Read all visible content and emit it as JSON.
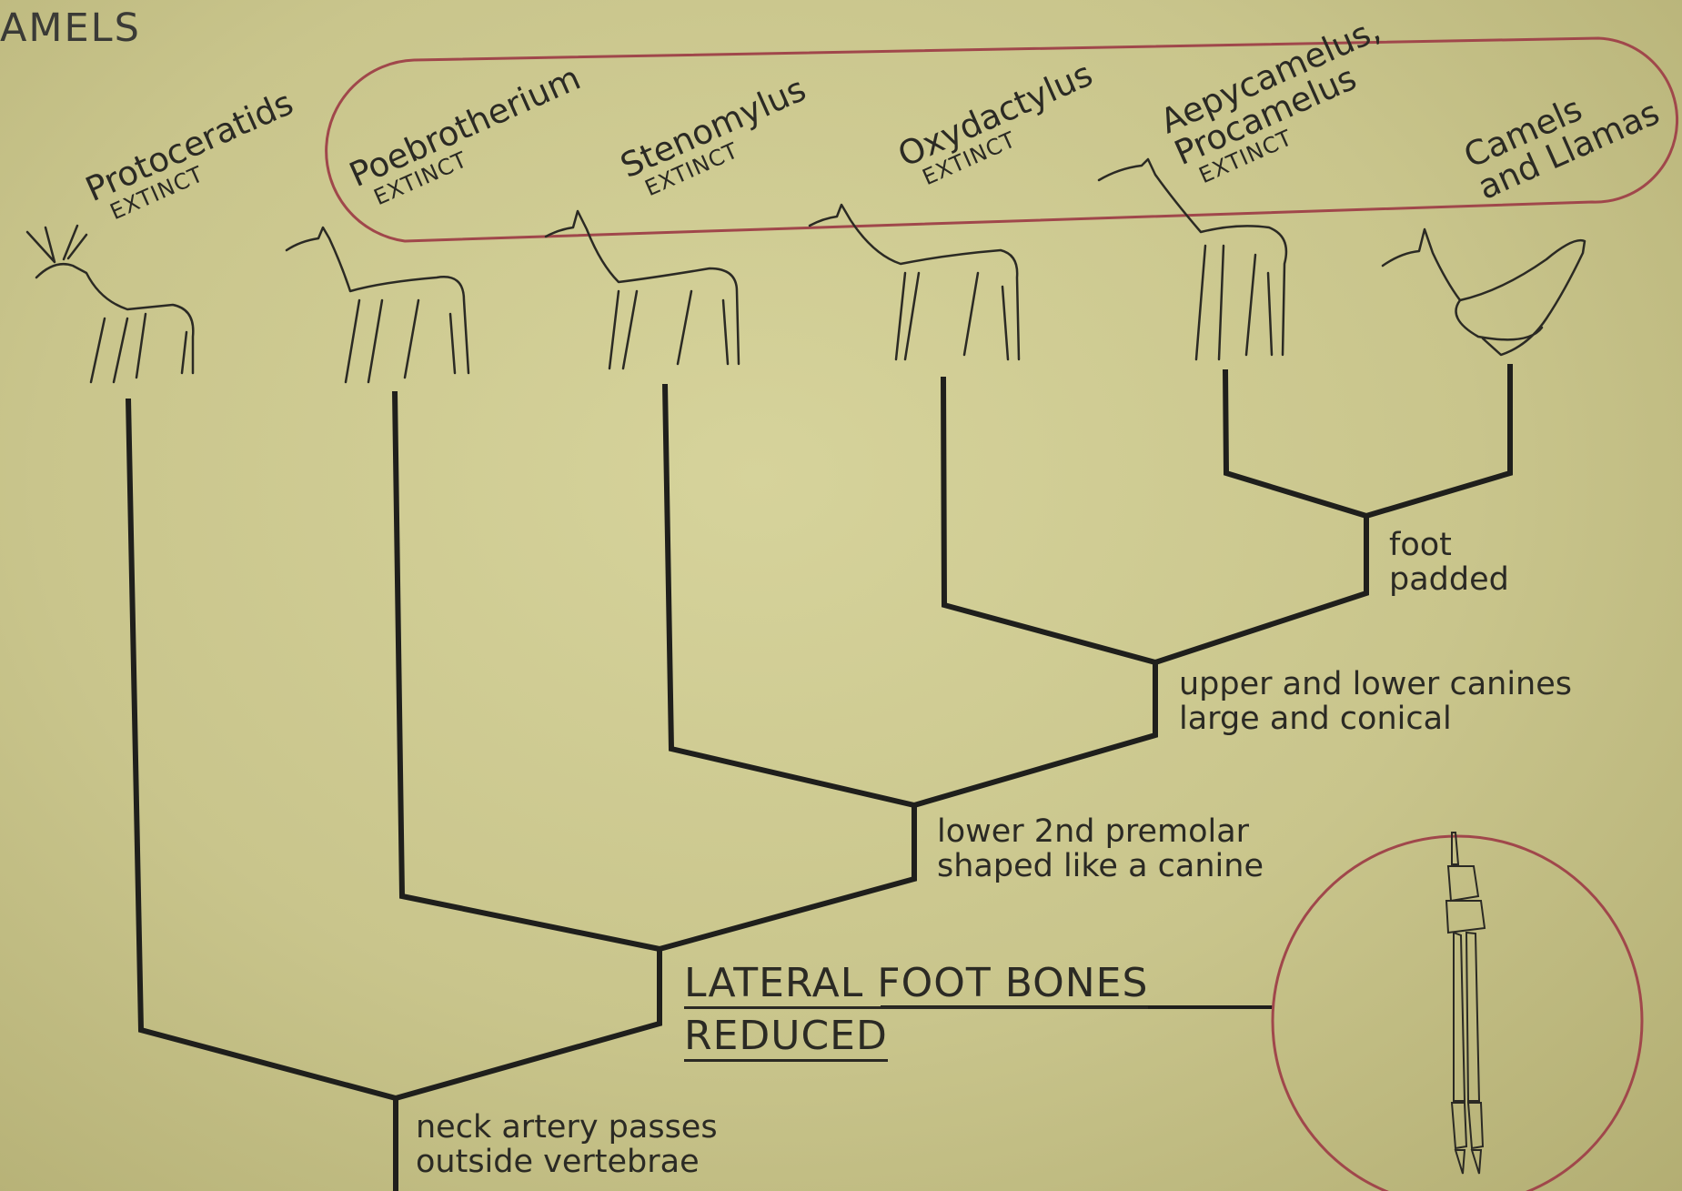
{
  "header": {
    "title": "AMELS"
  },
  "taxa": [
    {
      "name": "Protoceratids",
      "status": "EXTINCT"
    },
    {
      "name": "Poebrotherium",
      "status": "EXTINCT"
    },
    {
      "name": "Stenomylus",
      "status": "EXTINCT"
    },
    {
      "name": "Oxydactylus",
      "status": "EXTINCT"
    },
    {
      "name_line1": "Aepycamelus,",
      "name_line2": "Procamelus",
      "status": "EXTINCT"
    },
    {
      "name_line1": "Camels",
      "name_line2": "and Llamas"
    }
  ],
  "traits": {
    "foot_padded": [
      "foot",
      "padded"
    ],
    "canines": [
      "upper and lower canines",
      "large and conical"
    ],
    "premolar": [
      "lower 2nd premolar",
      "shaped like a canine"
    ],
    "lateral_foot": [
      "LATERAL FOOT BONES",
      "REDUCED"
    ],
    "neck_artery": [
      "neck artery passes",
      "outside vertebrae"
    ]
  },
  "colors": {
    "background": "#c9c58c",
    "line": "#1f1f1c",
    "accent": "#a0474b"
  }
}
